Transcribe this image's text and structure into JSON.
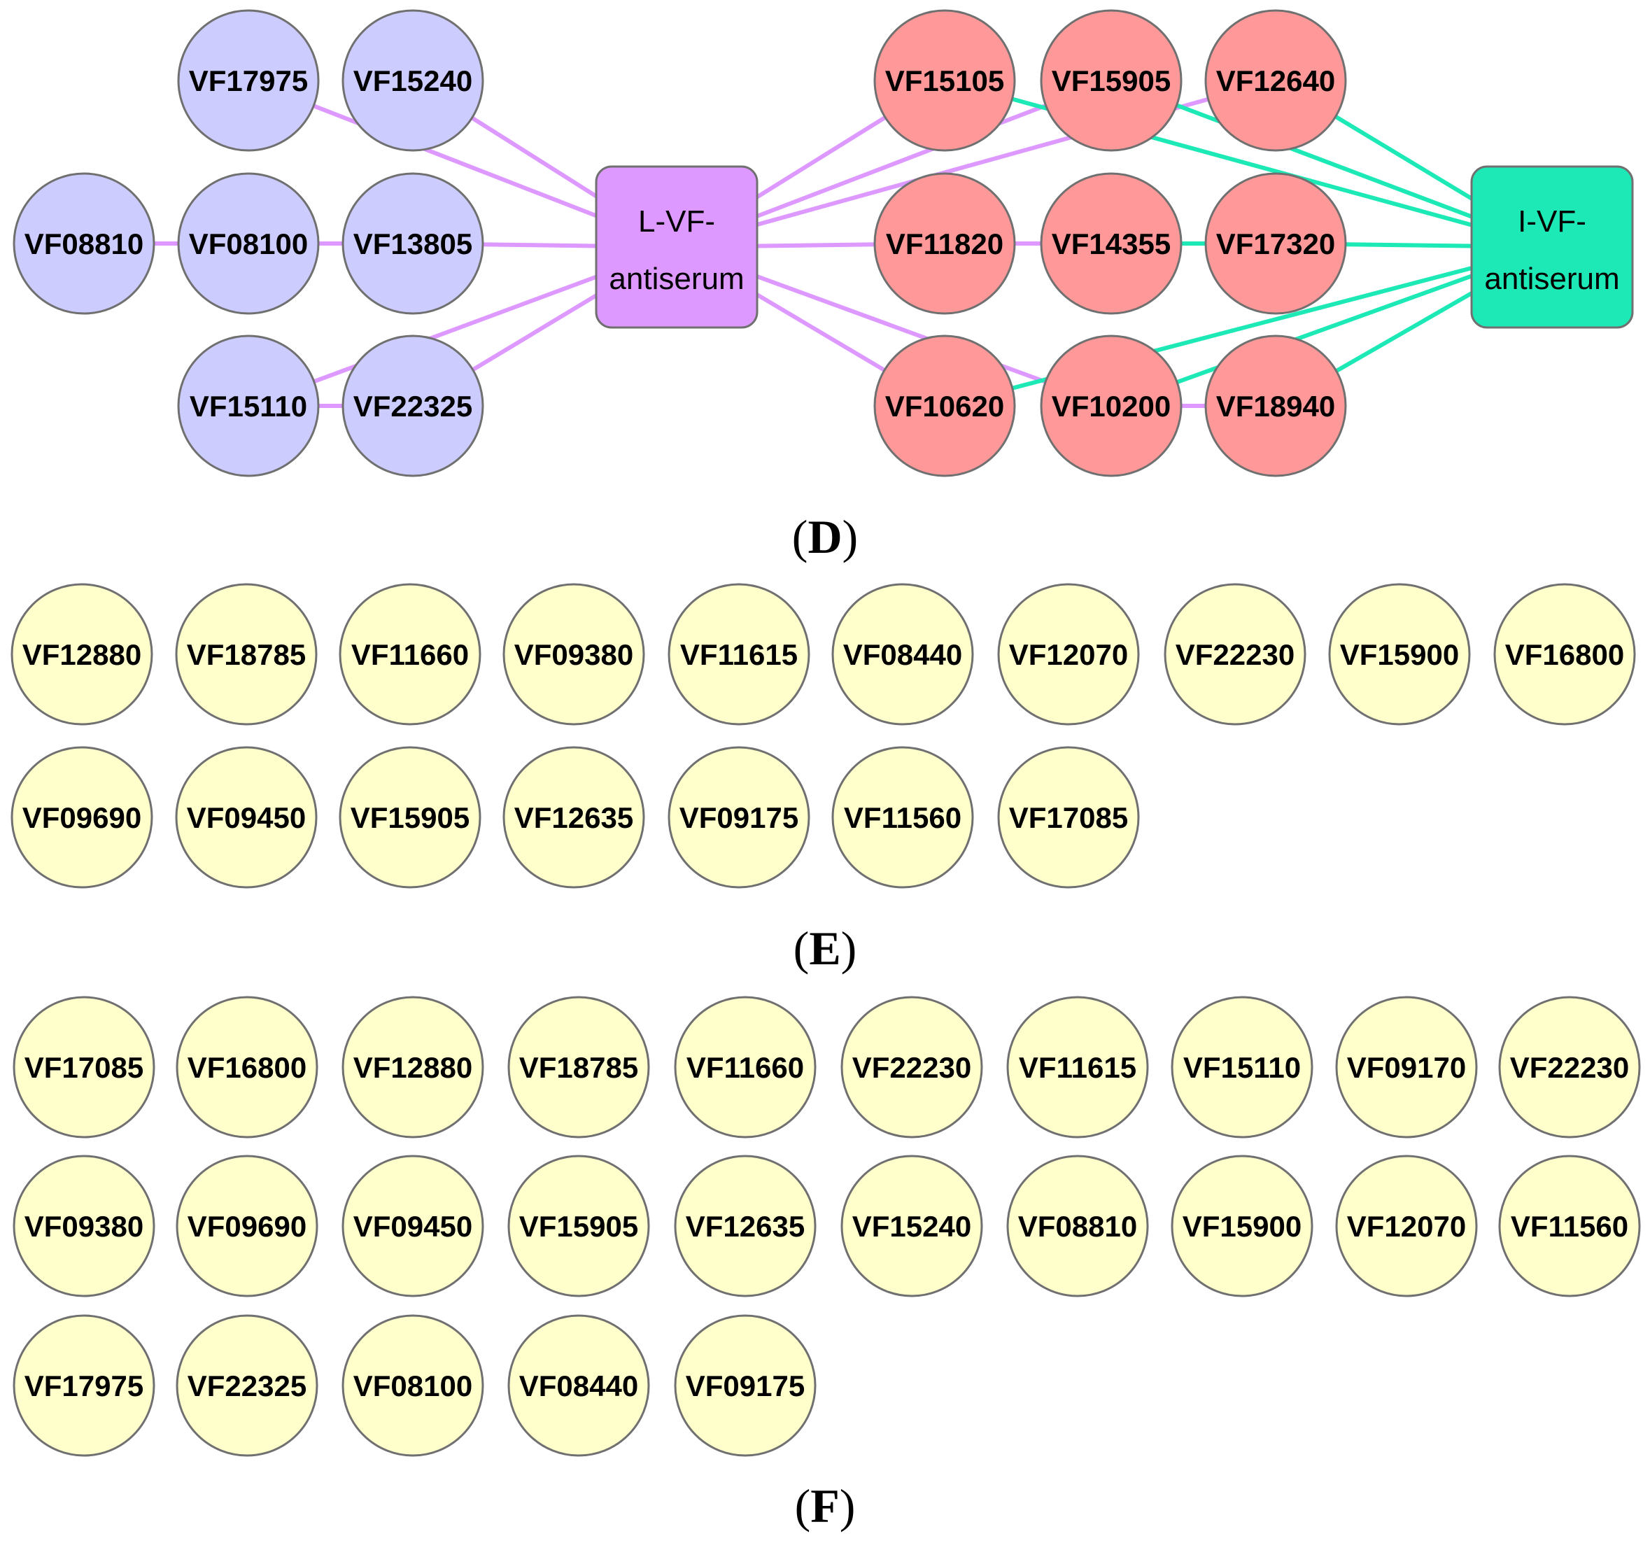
{
  "colors": {
    "blue_node": "#ccccff",
    "red_node": "#ff9999",
    "yellow_node": "#ffffcc",
    "node_stroke": "#707070",
    "l_hub_fill": "#dd99ff",
    "i_hub_fill": "#1de9b6",
    "purple_edge": "#dd99ff",
    "teal_edge": "#1de9b6"
  },
  "panel_d": {
    "label_open": "(",
    "label_letter": "D",
    "label_close": ")",
    "hubs": [
      {
        "id": "L",
        "line1": "L-VF-",
        "line2": "antiserum"
      },
      {
        "id": "I",
        "line1": "I-VF-",
        "line2": "antiserum"
      }
    ],
    "blue_nodes": [
      "VF17975",
      "VF15240",
      "VF08810",
      "VF08100",
      "VF13805",
      "VF15110",
      "VF22325"
    ],
    "red_nodes": [
      "VF15105",
      "VF15905",
      "VF12640",
      "VF11820",
      "VF14355",
      "VF17320",
      "VF10620",
      "VF10200",
      "VF18940"
    ],
    "edges_purple": [
      [
        "VF17975",
        "L"
      ],
      [
        "VF15240",
        "L"
      ],
      [
        "VF08810",
        "VF08100"
      ],
      [
        "VF08100",
        "VF13805"
      ],
      [
        "VF13805",
        "L"
      ],
      [
        "VF15110",
        "VF22325"
      ],
      [
        "VF22325",
        "L"
      ],
      [
        "VF15110",
        "L"
      ],
      [
        "L",
        "VF15105"
      ],
      [
        "L",
        "VF15905"
      ],
      [
        "L",
        "VF12640"
      ],
      [
        "L",
        "VF11820"
      ],
      [
        "VF11820",
        "VF14355"
      ],
      [
        "L",
        "VF10620"
      ],
      [
        "L",
        "VF10200"
      ],
      [
        "VF10200",
        "VF18940"
      ]
    ],
    "edges_teal": [
      [
        "VF15105",
        "I"
      ],
      [
        "VF15905",
        "I"
      ],
      [
        "VF12640",
        "I"
      ],
      [
        "VF14355",
        "VF17320"
      ],
      [
        "VF17320",
        "I"
      ],
      [
        "VF10620",
        "I"
      ],
      [
        "VF10200",
        "I"
      ],
      [
        "VF18940",
        "I"
      ]
    ]
  },
  "panel_e": {
    "label_open": "(",
    "label_letter": "E",
    "label_close": ")",
    "nodes": [
      "VF12880",
      "VF18785",
      "VF11660",
      "VF09380",
      "VF11615",
      "VF08440",
      "VF12070",
      "VF22230",
      "VF15900",
      "VF16800",
      "VF09690",
      "VF09450",
      "VF15905",
      "VF12635",
      "VF09175",
      "VF11560",
      "VF17085"
    ]
  },
  "panel_f": {
    "label_open": "(",
    "label_letter": "F",
    "label_close": ")",
    "nodes": [
      "VF17085",
      "VF16800",
      "VF12880",
      "VF18785",
      "VF11660",
      "VF22230",
      "VF11615",
      "VF15110",
      "VF09170",
      "VF22230",
      "VF09380",
      "VF09690",
      "VF09450",
      "VF15905",
      "VF12635",
      "VF15240",
      "VF08810",
      "VF15900",
      "VF12070",
      "VF11560",
      "VF17975",
      "VF22325",
      "VF08100",
      "VF08440",
      "VF09175"
    ]
  }
}
